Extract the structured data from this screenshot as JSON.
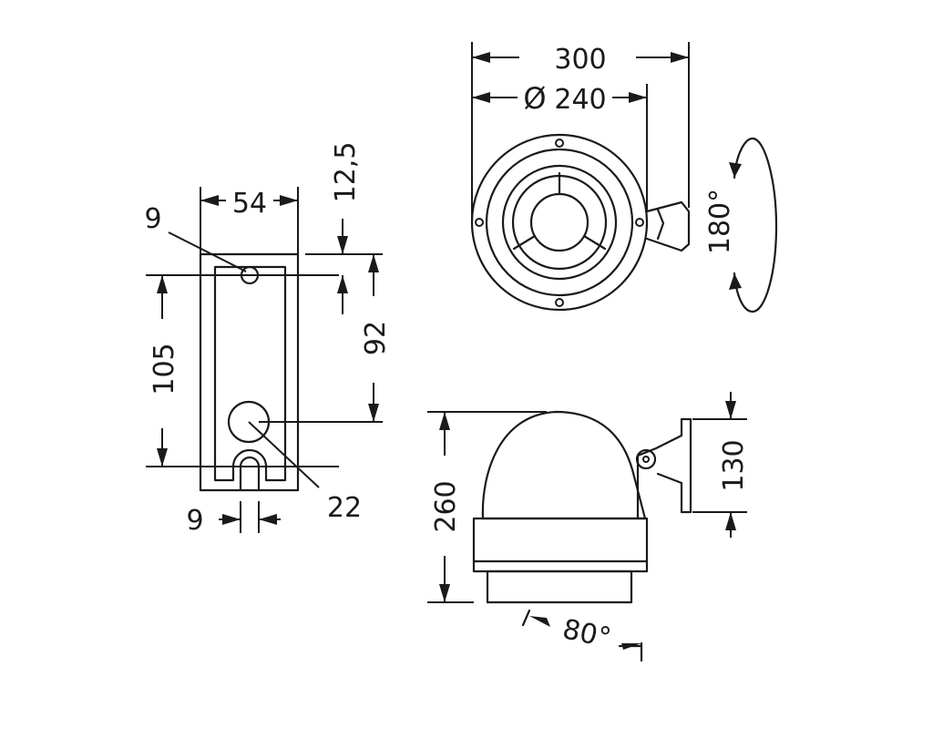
{
  "dimensions": {
    "overall_width": "300",
    "diameter_symbol": "Ø",
    "diameter": "240",
    "rotation": "180°",
    "bracket_width": "54",
    "offset_top": "12,5",
    "hole_small": "9",
    "hole_spacing": "105",
    "hole_distance": "92",
    "hole_large": "22",
    "slot_width": "9",
    "height": "260",
    "bracket_height": "130",
    "tilt_angle": "80°"
  }
}
